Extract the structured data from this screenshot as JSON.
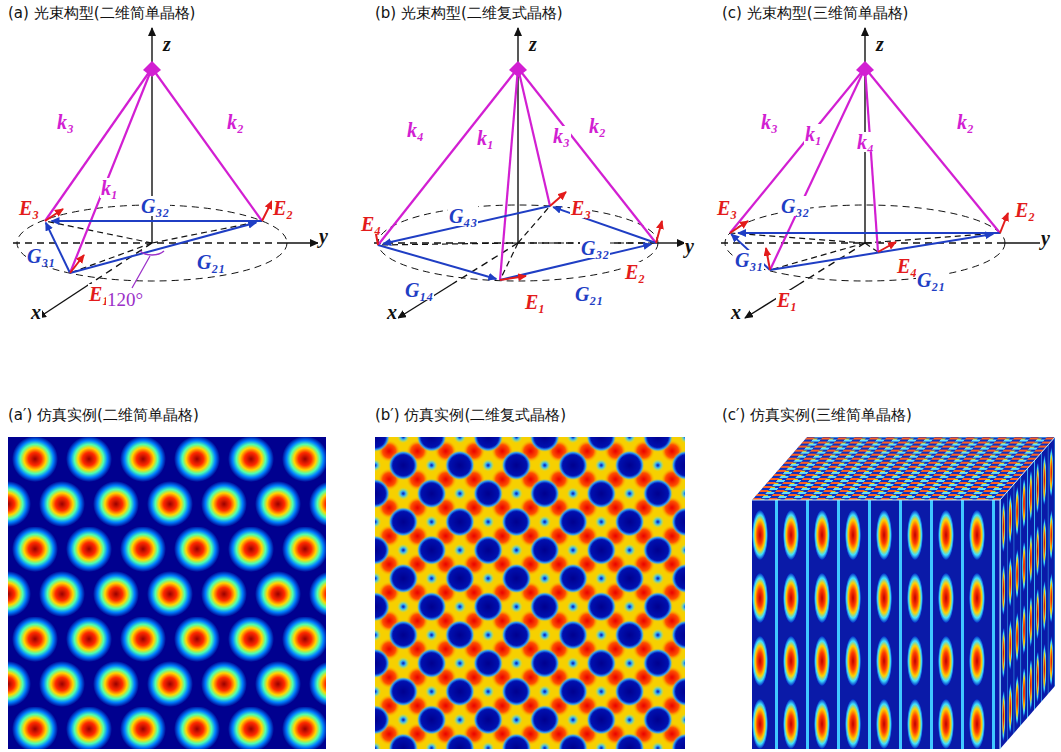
{
  "diagram": {
    "labels": [
      "(a) 光束构型(二维简单晶格)",
      "(b) 光束构型(二维复式晶格)",
      "(c) 光束构型(三维简单晶格)",
      "z",
      "k₃",
      "k₂",
      "k₁",
      "E₃",
      "G₃₂",
      "E₂",
      "G₃₁",
      "G₂₁",
      "y",
      "E₁",
      "x",
      "120°",
      "z",
      "k₄",
      "k₁",
      "k₃",
      "k₂",
      "E₄",
      "E₃",
      "G₄₃",
      "G₃₂",
      "E₂",
      "y",
      "G₁₄",
      "G₂₁",
      "x",
      "E₁",
      "z",
      "k₃",
      "k₁",
      "k₄",
      "k₂",
      "E₃",
      "G₃₂",
      "E₂",
      "E₄",
      "G₃₁",
      "G₂₁",
      "y",
      "x",
      "E₁",
      "(a′) 仿真实例(二维简单晶格)",
      "(b′) 仿真实例(二维复式晶格)",
      "(c′) 仿真实例(三维简单晶格)"
    ]
  }
}
